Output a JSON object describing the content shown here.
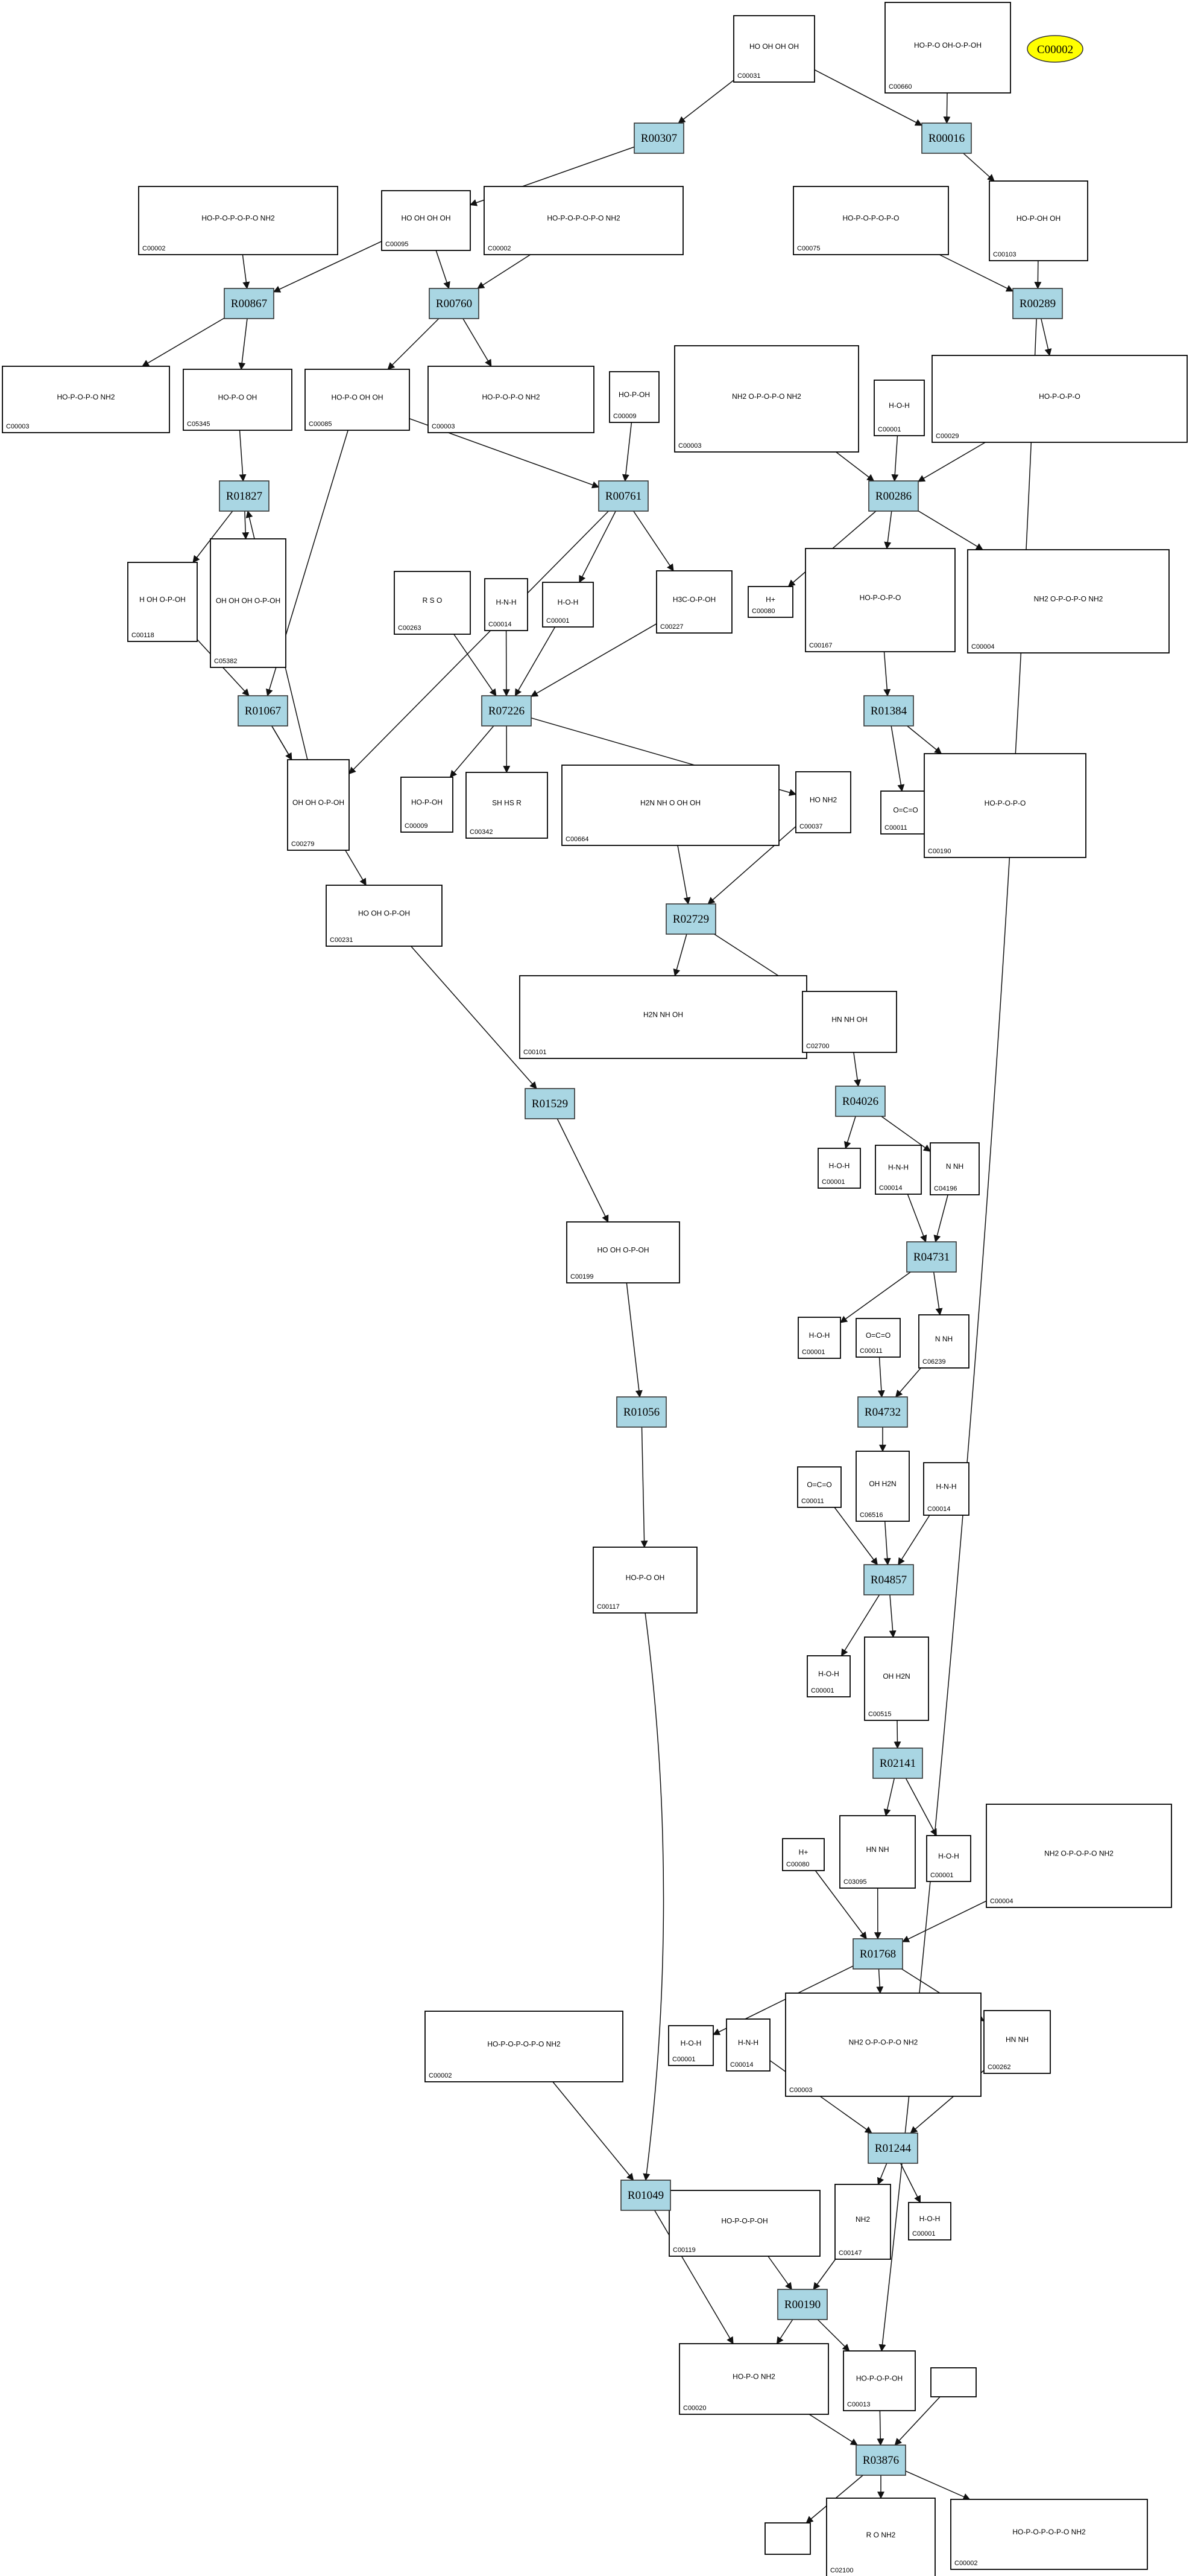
{
  "legend": {
    "label": "C00002",
    "color": "#ffff00"
  },
  "colors": {
    "reaction_fill": "#a9d6e3",
    "edge": "#111111"
  },
  "reactions": [
    {
      "id": "R00307"
    },
    {
      "id": "R00016"
    },
    {
      "id": "R00867"
    },
    {
      "id": "R00760"
    },
    {
      "id": "R00289"
    },
    {
      "id": "R01827"
    },
    {
      "id": "R00761"
    },
    {
      "id": "R00286"
    },
    {
      "id": "R01067"
    },
    {
      "id": "R07226"
    },
    {
      "id": "R01384"
    },
    {
      "id": "R02729"
    },
    {
      "id": "R01529"
    },
    {
      "id": "R04026"
    },
    {
      "id": "R04731"
    },
    {
      "id": "R01056"
    },
    {
      "id": "R04732"
    },
    {
      "id": "R04857"
    },
    {
      "id": "R02141"
    },
    {
      "id": "R01768"
    },
    {
      "id": "R01049"
    },
    {
      "id": "R01244"
    },
    {
      "id": "R00190"
    },
    {
      "id": "R03876"
    }
  ],
  "compounds": [
    {
      "id": "C00031",
      "structure": "HO OH OH OH"
    },
    {
      "id": "C00660",
      "structure": "HO-P-O OH-O-P-OH"
    },
    {
      "id": "C00002",
      "structure": "HO-P-O-P-O-P-O NH2"
    },
    {
      "id": "C00095",
      "structure": "HO OH OH OH"
    },
    {
      "id": "C00002",
      "structure": "HO-P-O-P-O-P-O NH2"
    },
    {
      "id": "C00075",
      "structure": "HO-P-O-P-O-P-O"
    },
    {
      "id": "C00103",
      "structure": "HO-P-OH OH"
    },
    {
      "id": "C00003",
      "structure": "HO-P-O-P-O NH2"
    },
    {
      "id": "C05345",
      "structure": "HO-P-O OH"
    },
    {
      "id": "C00085",
      "structure": "HO-P-O OH OH"
    },
    {
      "id": "C00003",
      "structure": "HO-P-O-P-O NH2"
    },
    {
      "id": "C00009",
      "structure": "HO-P-OH"
    },
    {
      "id": "C00003",
      "structure": "NH2 O-P-O-P-O NH2"
    },
    {
      "id": "C00001",
      "structure": "H-O-H"
    },
    {
      "id": "C00029",
      "structure": "HO-P-O-P-O"
    },
    {
      "id": "C00118",
      "structure": "H OH O-P-OH"
    },
    {
      "id": "C05382",
      "structure": "OH OH OH O-P-OH"
    },
    {
      "id": "C00263",
      "structure": "R S O"
    },
    {
      "id": "C00014",
      "structure": "H-N-H"
    },
    {
      "id": "C00001",
      "structure": "H-O-H"
    },
    {
      "id": "C00227",
      "structure": "H3C-O-P-OH"
    },
    {
      "id": "C00080",
      "structure": "H+"
    },
    {
      "id": "C00167",
      "structure": "HO-P-O-P-O"
    },
    {
      "id": "C00004",
      "structure": "NH2 O-P-O-P-O NH2"
    },
    {
      "id": "C00279",
      "structure": "OH OH O-P-OH"
    },
    {
      "id": "C00009",
      "structure": "HO-P-OH"
    },
    {
      "id": "C00342",
      "structure": "SH HS R"
    },
    {
      "id": "C00664",
      "structure": "H2N NH O OH OH"
    },
    {
      "id": "C00037",
      "structure": "HO NH2"
    },
    {
      "id": "C00011",
      "structure": "O=C=O"
    },
    {
      "id": "C00190",
      "structure": "HO-P-O-P-O"
    },
    {
      "id": "C00231",
      "structure": "HO OH O-P-OH"
    },
    {
      "id": "C00101",
      "structure": "H2N NH OH"
    },
    {
      "id": "C02700",
      "structure": "HN NH OH"
    },
    {
      "id": "C00199",
      "structure": "HO OH O-P-OH"
    },
    {
      "id": "C00001",
      "structure": "H-O-H"
    },
    {
      "id": "C00014",
      "structure": "H-N-H"
    },
    {
      "id": "C04196",
      "structure": "N NH"
    },
    {
      "id": "C00001",
      "structure": "H-O-H"
    },
    {
      "id": "C00011",
      "structure": "O=C=O"
    },
    {
      "id": "C06239",
      "structure": "N NH"
    },
    {
      "id": "C00011",
      "structure": "O=C=O"
    },
    {
      "id": "C00014",
      "structure": "H-N-H"
    },
    {
      "id": "C06516",
      "structure": "OH H2N"
    },
    {
      "id": "C00117",
      "structure": "HO-P-O OH"
    },
    {
      "id": "C00001",
      "structure": "H-O-H"
    },
    {
      "id": "C00515",
      "structure": "OH H2N"
    },
    {
      "id": "C00080",
      "structure": "H+"
    },
    {
      "id": "C00001",
      "structure": "H-O-H"
    },
    {
      "id": "C03095",
      "structure": "HN NH"
    },
    {
      "id": "C00004",
      "structure": "NH2 O-P-O-P-O NH2"
    },
    {
      "id": "C00002",
      "structure": "HO-P-O-P-O-P-O NH2"
    },
    {
      "id": "C00001",
      "structure": "H-O-H"
    },
    {
      "id": "C00014",
      "structure": "H-N-H"
    },
    {
      "id": "C00003",
      "structure": "NH2 O-P-O-P-O NH2"
    },
    {
      "id": "C00262",
      "structure": "HN NH"
    },
    {
      "id": "C00001",
      "structure": "H-O-H"
    },
    {
      "id": "C00119",
      "structure": "HO-P-O-P-OH"
    },
    {
      "id": "C00147",
      "structure": "NH2"
    },
    {
      "id": "C00020",
      "structure": "HO-P-O NH2"
    },
    {
      "id": "C00013",
      "structure": "HO-P-O-P-OH"
    },
    {
      "id": "C02100",
      "structure": "R O NH2"
    },
    {
      "id": "C00002",
      "structure": "HO-P-O-P-O-P-O NH2"
    }
  ]
}
